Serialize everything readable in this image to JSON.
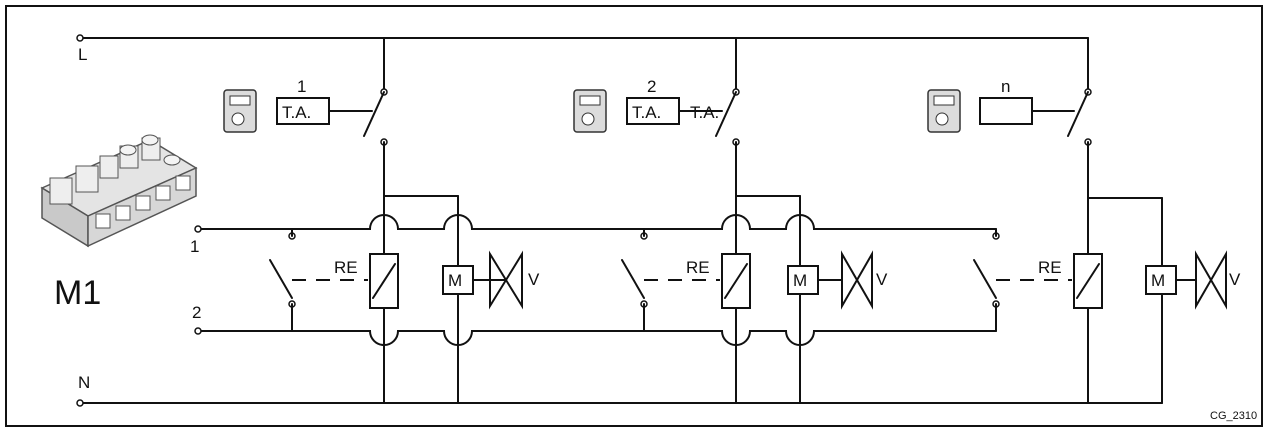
{
  "labels": {
    "line": "L",
    "neutral": "N",
    "input1": "1",
    "input2": "2",
    "module": "M1",
    "code": "CG_2310"
  },
  "zones": [
    {
      "index": "1",
      "actuator": "T.A.",
      "extra": "",
      "relay": "RE",
      "motor": "M",
      "valve": "V"
    },
    {
      "index": "2",
      "actuator": "T.A.",
      "extra": "T.A.",
      "relay": "RE",
      "motor": "M",
      "valve": "V"
    },
    {
      "index": "n",
      "actuator": "",
      "extra": "",
      "relay": "RE",
      "motor": "M",
      "valve": "V"
    }
  ],
  "colors": {
    "line": "#111111",
    "background": "#ffffff",
    "device": "#d8d8d8"
  },
  "icons": [
    "thermostat-icon",
    "terminal-block-icon"
  ]
}
